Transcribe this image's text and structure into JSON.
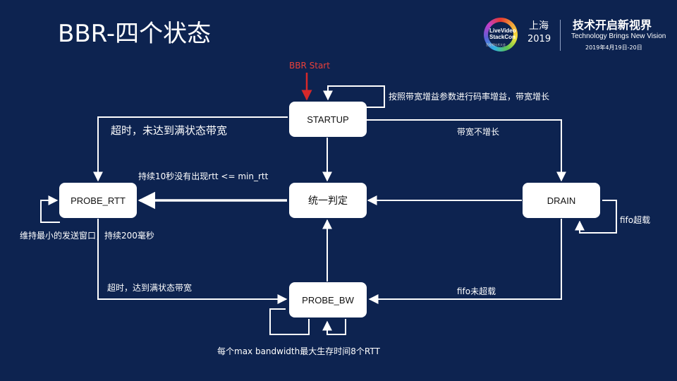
{
  "title": "BBR-四个状态",
  "logo": {
    "badge_line1": "LiveVideo",
    "badge_line2": "StackCon",
    "badge_sub": "音视频技术大会",
    "city": "上海",
    "year": "2019",
    "cn_title": "技术开启新视界",
    "en_title": "Technology Brings New Vision",
    "date": "2019年4月19日-20日"
  },
  "nodes": {
    "startup": "STARTUP",
    "judge": "统一判定",
    "drain": "DRAIN",
    "probe_rtt": "PROBE_RTT",
    "probe_bw": "PROBE_BW"
  },
  "labels": {
    "bbr_start": "BBR Start",
    "startup_loop": "按照带宽增益参数进行码率增益，带宽增长",
    "no_growth": "带宽不增长",
    "timeout_not_full": "超时，未达到满状态带宽",
    "hold_10s": "持续10秒没有出现rtt  <= min_rtt",
    "fifo_overload": "fifo超载",
    "min_window": "维持最小的发送窗口，持续200毫秒",
    "timeout_full": "超时，达到满状态带宽",
    "fifo_not_overload": "fifo未超载",
    "probe_bw_loop": "每个max bandwidth最大生存时间8个RTT"
  },
  "colors": {
    "background": "#0d2350",
    "node_fill": "#ffffff",
    "arrow": "#ffffff",
    "start_arrow": "#d7282a"
  }
}
